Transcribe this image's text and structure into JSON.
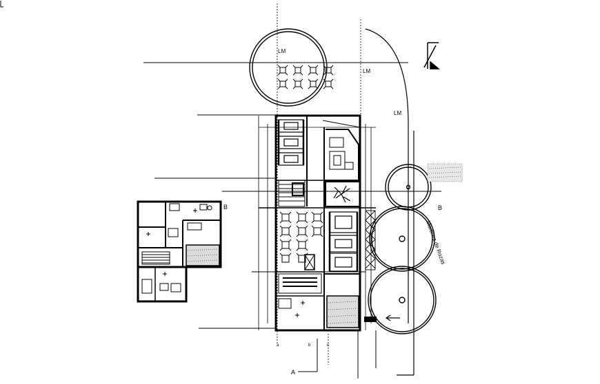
{
  "drawing": {
    "labels": {
      "lm_tree": "LM",
      "lm_upper": "LM",
      "lm_lower": "LM",
      "section_b_left": "B",
      "section_b_right": "B",
      "section_a": "A",
      "grid_a": "a",
      "grid_b": "b",
      "grid_c": "c",
      "street_name": "Martinez de Rozas"
    },
    "north_arrow_icon": "north-arrow-icon"
  }
}
